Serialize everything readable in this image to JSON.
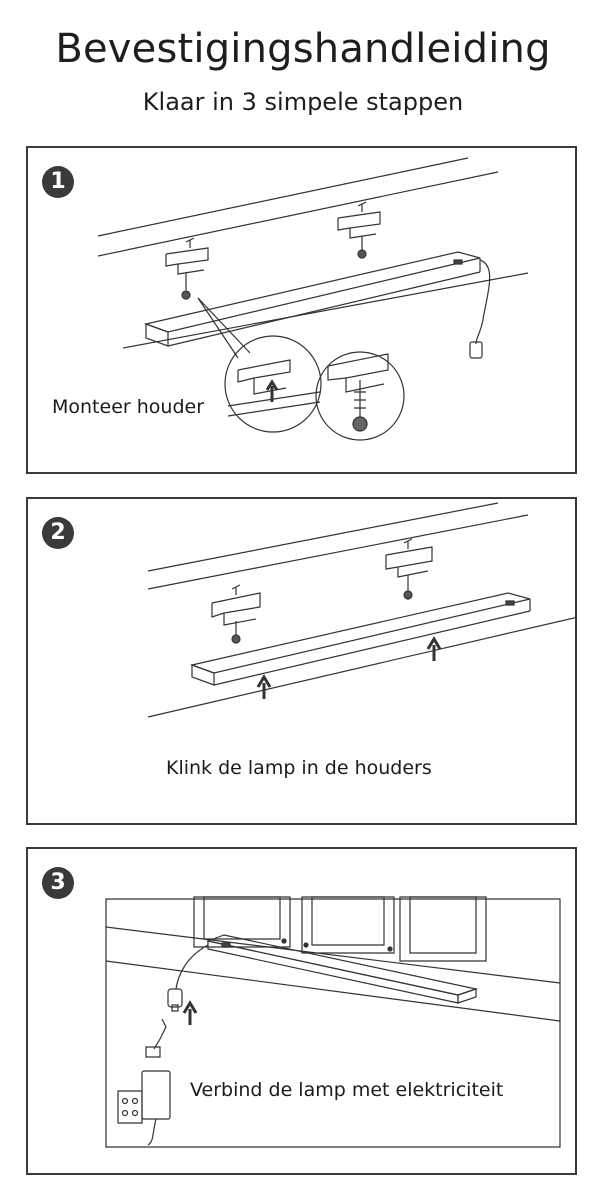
{
  "header": {
    "title": "Bevestigingshandleiding",
    "subtitle": "Klaar in 3 simpele stappen"
  },
  "steps": [
    {
      "number": "1",
      "caption": "Monteer houder"
    },
    {
      "number": "2",
      "caption": "Klink de lamp in de houders"
    },
    {
      "number": "3",
      "caption": "Verbind de lamp met elektriciteit"
    }
  ]
}
